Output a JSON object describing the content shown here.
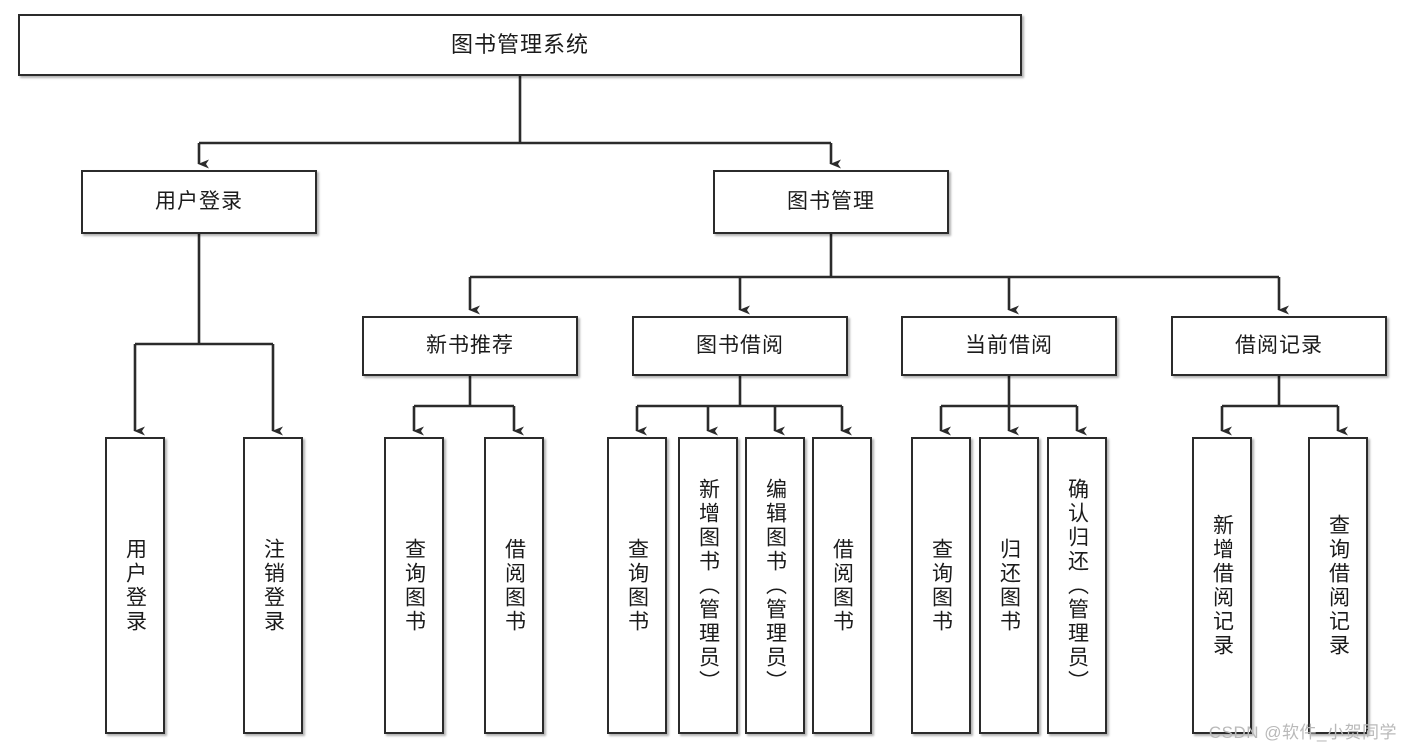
{
  "diagram": {
    "title": "图书管理系统",
    "watermark": "CSDN @软件_小贺同学",
    "stroke_color": "#2b2b2b",
    "text_color": "#1b1b1b",
    "background_color": "#ffffff",
    "watermark_color": "#b9b9b9"
  },
  "nodes": {
    "root": {
      "label": "图书管理系统"
    },
    "level2": [
      {
        "label": "用户登录"
      },
      {
        "label": "图书管理"
      }
    ],
    "level3": [
      {
        "label": "新书推荐"
      },
      {
        "label": "图书借阅"
      },
      {
        "label": "当前借阅"
      },
      {
        "label": "借阅记录"
      }
    ],
    "leaves": {
      "user_login": [
        {
          "label": "用户登录"
        },
        {
          "label": "注销登录"
        }
      ],
      "new_book": [
        {
          "label": "查询图书"
        },
        {
          "label": "借阅图书"
        }
      ],
      "book_borrow": [
        {
          "label": "查询图书"
        },
        {
          "label": "新增图书（管理员）"
        },
        {
          "label": "编辑图书（管理员）"
        },
        {
          "label": "借阅图书"
        }
      ],
      "current_borrow": [
        {
          "label": "查询图书"
        },
        {
          "label": "归还图书"
        },
        {
          "label": "确认归还（管理员）"
        }
      ],
      "borrow_record": [
        {
          "label": "新增借阅记录"
        },
        {
          "label": "查询借阅记录"
        }
      ]
    }
  }
}
